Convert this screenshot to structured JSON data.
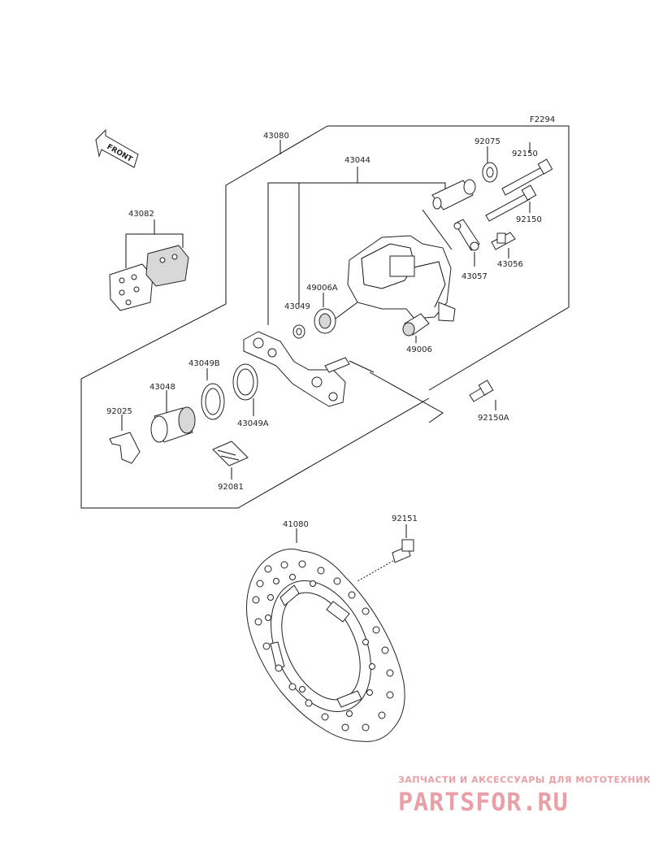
{
  "diagram_code": "F2294",
  "front_label": "FRONT",
  "parts": {
    "p43080": "43080",
    "p43044": "43044",
    "p92075": "92075",
    "p92150_top": "92150",
    "p92150_bot": "92150",
    "p43082": "43082",
    "p43056": "43056",
    "p43057": "43057",
    "p49006A": "49006A",
    "p43049": "43049",
    "p49006": "49006",
    "p43049B": "43049B",
    "p43048": "43048",
    "p92025": "92025",
    "p43049A": "43049A",
    "p92150A": "92150A",
    "p92081": "92081",
    "p41080": "41080",
    "p92151": "92151"
  },
  "watermark": {
    "tagline": "ЗАПЧАСТИ И АКСЕССУАРЫ ДЛЯ МОТОТЕХНИКИ",
    "brand": "PARTSFOR.RU"
  }
}
